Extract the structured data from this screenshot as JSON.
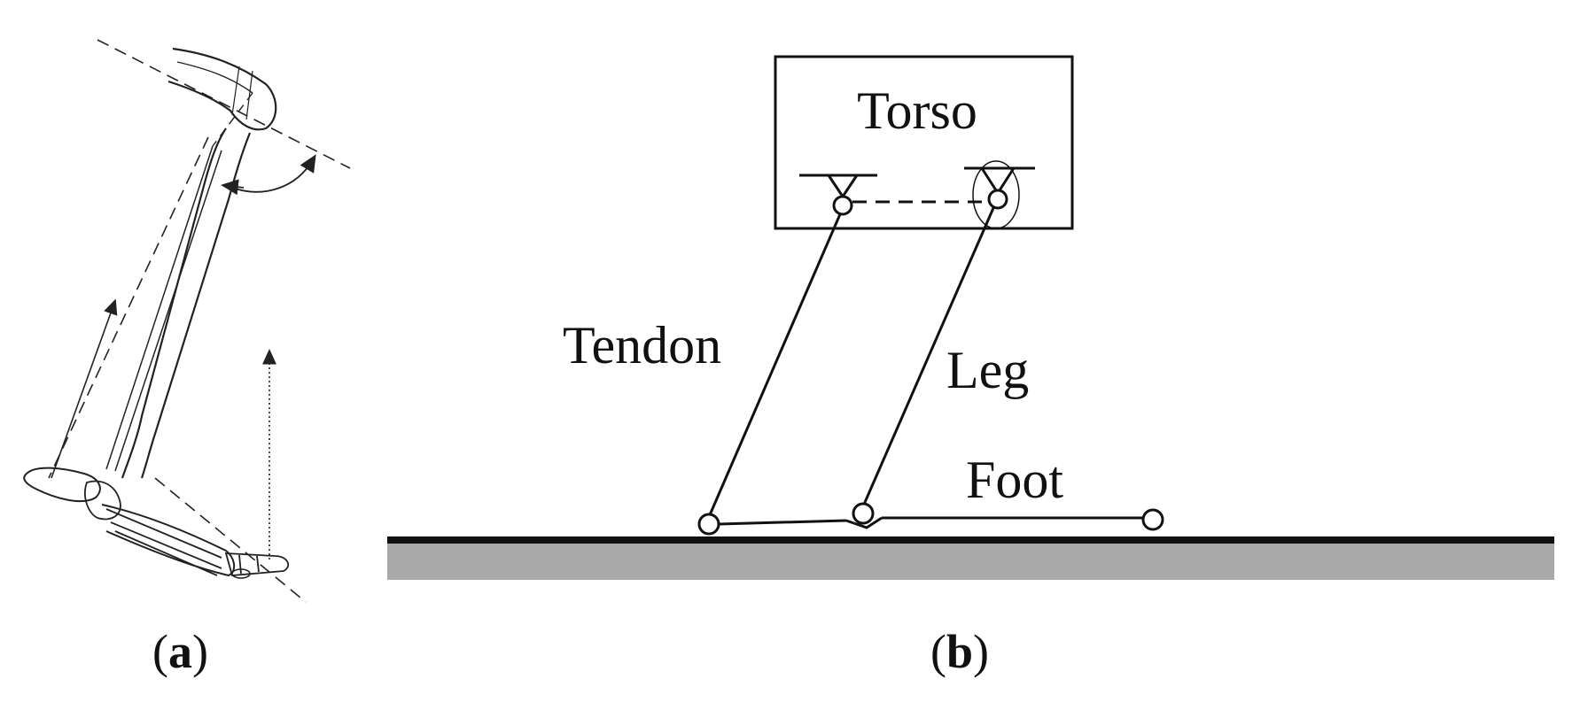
{
  "panels": {
    "a": {
      "open": "(",
      "letter": "a",
      "close": ")"
    },
    "b": {
      "open": "(",
      "letter": "b",
      "close": ")"
    }
  },
  "labels": {
    "torso": "Torso",
    "tendon": "Tendon",
    "leg": "Leg",
    "foot": "Foot"
  },
  "colors": {
    "ink": "#111111",
    "ground_top": "#111111",
    "ground_fill": "#a9a9a9"
  }
}
